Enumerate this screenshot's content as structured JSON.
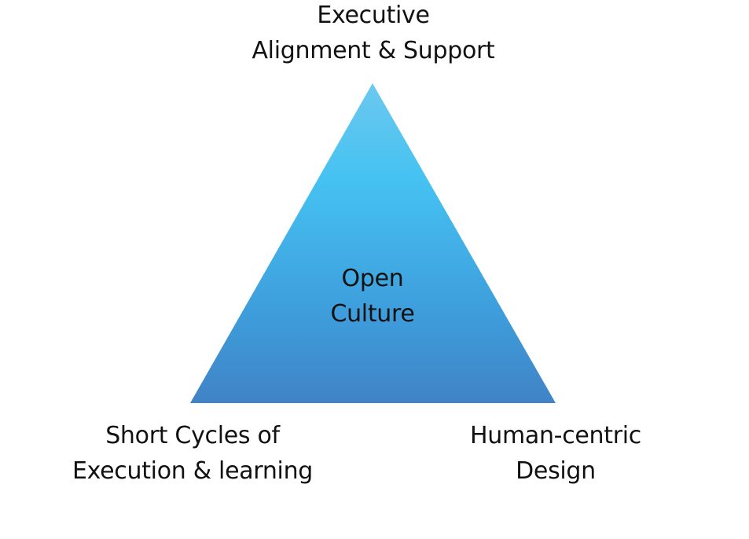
{
  "diagram": {
    "apex_label": {
      "line1": "Executive",
      "line2": "Alignment & Support"
    },
    "center_label": {
      "line1": "Open",
      "line2": "Culture"
    },
    "bottom_left_label": {
      "line1": "Short Cycles of",
      "line2": "Execution & learning"
    },
    "bottom_right_label": {
      "line1": "Human-centric",
      "line2": "Design"
    },
    "colors": {
      "triangle_top": "#6cc8ee",
      "triangle_upper_mid": "#45c2f2",
      "triangle_lower_mid": "#3e9fdc",
      "triangle_bottom": "#4083c6",
      "text": "#111111",
      "background": "#ffffff"
    }
  }
}
